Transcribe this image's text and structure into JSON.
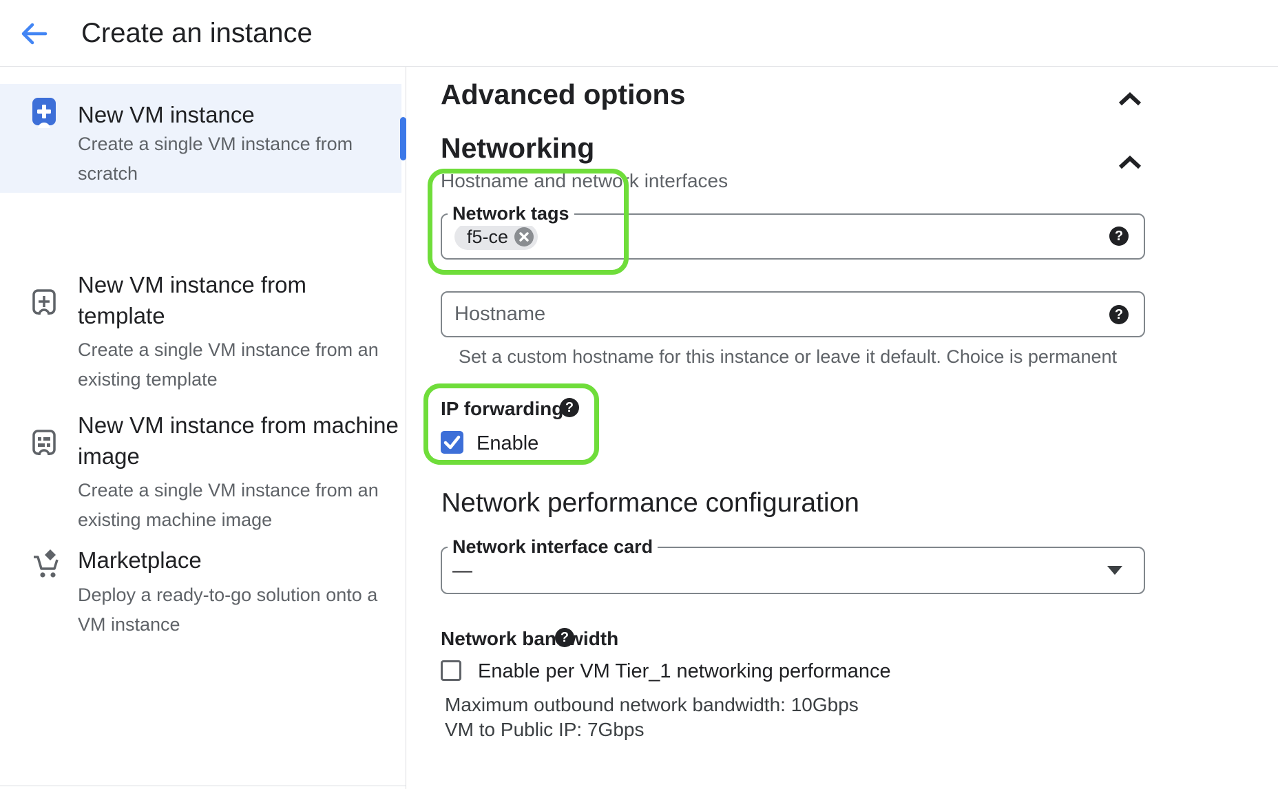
{
  "header": {
    "title": "Create an instance"
  },
  "sidebar": {
    "items": [
      {
        "icon": "vm-plus-icon",
        "title": "New VM instance",
        "subtitle": "Create a single VM instance from scratch",
        "selected": true
      },
      {
        "icon": "vm-template-icon",
        "title": "New VM instance from template",
        "subtitle": "Create a single VM instance from an existing template",
        "selected": false
      },
      {
        "icon": "machine-image-icon",
        "title": "New VM instance from machine image",
        "subtitle": "Create a single VM instance from an existing machine image",
        "selected": false
      },
      {
        "icon": "marketplace-cart-icon",
        "title": "Marketplace",
        "subtitle": "Deploy a ready-to-go solution onto a VM instance",
        "selected": false
      }
    ]
  },
  "main": {
    "advanced_options": {
      "title": "Advanced options",
      "collapsed": false
    },
    "networking": {
      "title": "Networking",
      "collapsed": false,
      "subtitle": "Hostname and network interfaces",
      "network_tags": {
        "label": "Network tags",
        "chips": [
          {
            "text": "f5-ce"
          }
        ]
      },
      "hostname": {
        "placeholder": "Hostname",
        "value": "",
        "helper": "Set a custom hostname for this instance or leave it default. Choice is permanent"
      },
      "ip_forwarding": {
        "label": "IP forwarding",
        "checkbox_label": "Enable",
        "checked": true
      }
    },
    "network_performance": {
      "title": "Network performance configuration",
      "nic": {
        "label": "Network interface card",
        "value": "—"
      },
      "bandwidth": {
        "label": "Network bandwidth",
        "tier1_label": "Enable per VM Tier_1 networking performance",
        "tier1_checked": false,
        "max_outbound": "Maximum outbound network bandwidth: 10Gbps",
        "vm_to_public": "VM to Public IP: 7Gbps"
      }
    }
  },
  "colors": {
    "primary_blue": "#1a73e8",
    "icon_blue": "#3d6fd8",
    "selected_item_bg": "#eef3fc",
    "annotation_green": "#6fdd3a",
    "text_dark": "#202124",
    "text_gray": "#5f6368",
    "field_border": "#80868b",
    "divider": "#dadce0",
    "chip_bg": "#e6e7ea"
  }
}
